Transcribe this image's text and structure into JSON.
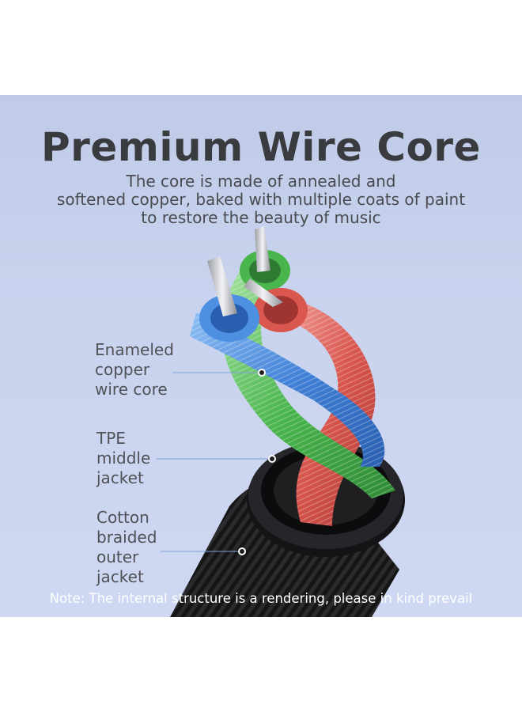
{
  "title": "Premium Wire Core",
  "subtitle": [
    "The core is made of annealed and",
    "softened copper, baked with multiple coats of paint",
    "to restore the beauty of music"
  ],
  "callouts": [
    {
      "lines": [
        "Enameled",
        "copper",
        "wire core"
      ]
    },
    {
      "lines": [
        "TPE",
        "middle",
        "jacket"
      ]
    },
    {
      "lines": [
        "Cotton",
        "braided",
        "outer",
        "jacket"
      ]
    }
  ],
  "note": "Note: The internal structure is a rendering, please in kind prevail",
  "colors": {
    "background": "#c9d3ee",
    "title": "#3a3b3f",
    "wire_blue": "#3f7fd6",
    "wire_red": "#d9574f",
    "wire_green": "#49b54d",
    "jacket": "#1a1a1c"
  },
  "icons": [
    "cable-cross-section-illustration"
  ]
}
